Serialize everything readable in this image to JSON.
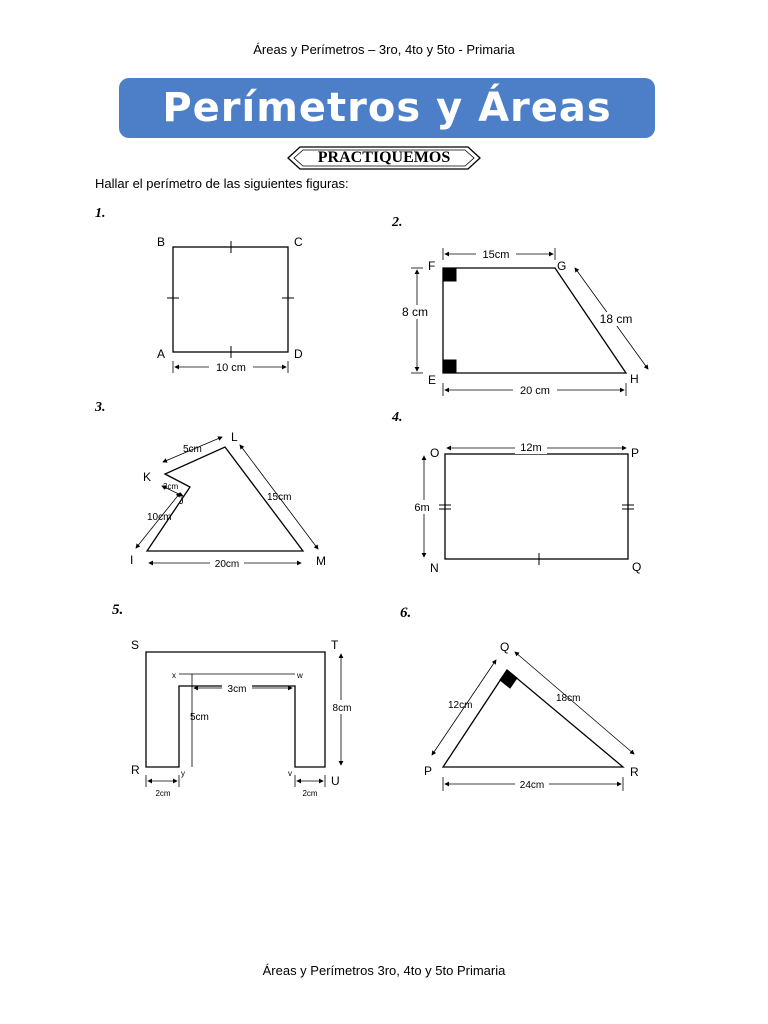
{
  "header": {
    "text": "Áreas y Perímetros – 3ro, 4to y 5to - Primaria"
  },
  "banner": {
    "title": "Perímetros y Áreas",
    "color": "#4d7fc8"
  },
  "ribbon": {
    "label": "PRACTIQUEMOS"
  },
  "instruction": "Hallar el perímetro de las siguientes figuras:",
  "figures": [
    {
      "number": "1.",
      "vertices": [
        "B",
        "C",
        "A",
        "D"
      ],
      "measures": [
        "10 cm"
      ]
    },
    {
      "number": "2.",
      "vertices": [
        "F",
        "G",
        "E",
        "H"
      ],
      "measures": [
        "15cm",
        "8 cm",
        "18 cm",
        "20 cm"
      ]
    },
    {
      "number": "3.",
      "vertices": [
        "L",
        "K",
        "J",
        "I",
        "M"
      ],
      "measures": [
        "5cm",
        "3cm",
        "10cm",
        "15cm",
        "20cm"
      ]
    },
    {
      "number": "4.",
      "vertices": [
        "O",
        "P",
        "N",
        "Q"
      ],
      "measures": [
        "12m",
        "6m"
      ]
    },
    {
      "number": "5.",
      "vertices": [
        "S",
        "T",
        "R",
        "U",
        "x",
        "w",
        "y",
        "v"
      ],
      "measures": [
        "3cm",
        "5cm",
        "8cm",
        "2cm",
        "2cm"
      ]
    },
    {
      "number": "6.",
      "vertices": [
        "Q",
        "P",
        "R"
      ],
      "measures": [
        "12cm",
        "18cm",
        "24cm"
      ]
    }
  ],
  "footer": {
    "text": "Áreas y Perímetros 3ro, 4to y 5to Primaria"
  }
}
